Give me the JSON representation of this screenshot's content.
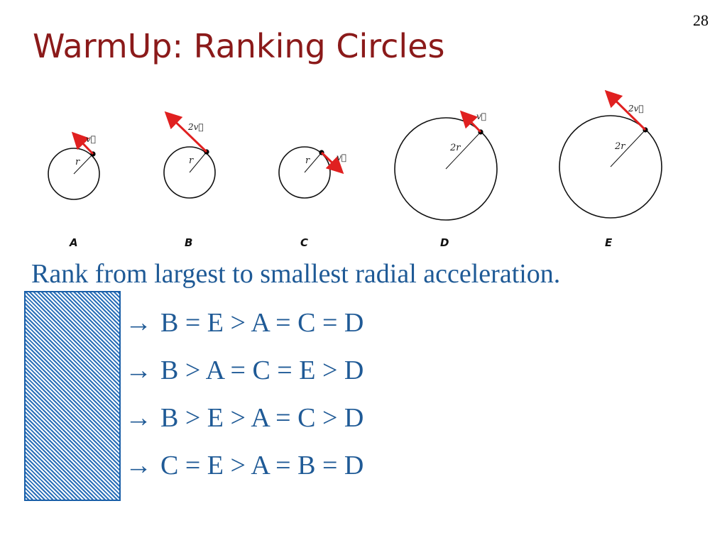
{
  "slide_number": "28",
  "title": "WarmUp:  Ranking Circles",
  "circles": [
    {
      "id": "A",
      "radius_label": "r",
      "velocity_label": "v⃗"
    },
    {
      "id": "B",
      "radius_label": "r",
      "velocity_label": "2v⃗"
    },
    {
      "id": "C",
      "radius_label": "r",
      "velocity_label": "v⃗"
    },
    {
      "id": "D",
      "radius_label": "2r",
      "velocity_label": "v⃗"
    },
    {
      "id": "E",
      "radius_label": "2r",
      "velocity_label": "2v⃗"
    }
  ],
  "prompt": "Rank from largest to smallest radial acceleration.",
  "options": [
    {
      "arrow": "→",
      "text": "B = E > A = C = D"
    },
    {
      "arrow": "→",
      "text": "B > A = C = E > D"
    },
    {
      "arrow": "→",
      "text": "B > E > A = C > D"
    },
    {
      "arrow": "→",
      "text": "C = E > A = B = D"
    }
  ],
  "colors": {
    "title": "#8b1a1a",
    "body_text": "#1f5a96",
    "arrow": "#e02020",
    "hatch": "#2a6fb8"
  }
}
